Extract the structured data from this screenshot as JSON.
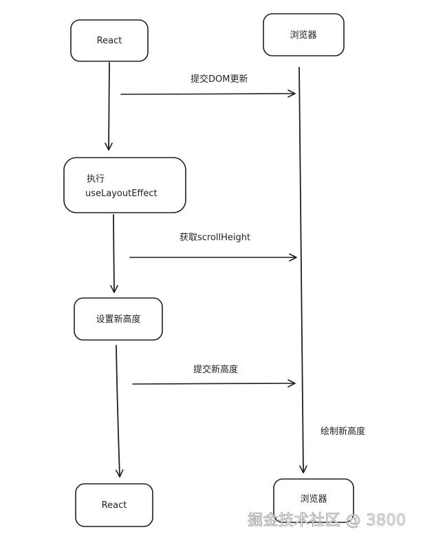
{
  "nodes": {
    "react_top": "React",
    "browser_top": "浏览器",
    "execute_line1": "执行",
    "execute_line2": "useLayoutEffect",
    "set_height": "设置新高度",
    "react_bottom": "React",
    "browser_bottom": "浏览器"
  },
  "edges": {
    "submit_dom": "提交DOM更新",
    "get_scroll_height": "获取scrollHeight",
    "submit_height": "提交新高度",
    "paint_height": "绘制新高度"
  },
  "watermark": "掘金技术社区 @ 3800"
}
